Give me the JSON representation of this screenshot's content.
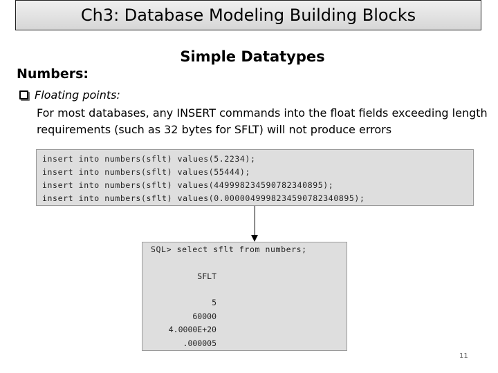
{
  "slide": {
    "title": "Ch3: Database Modeling Building Blocks",
    "subtitle": "Simple Datatypes",
    "section_label": "Numbers:",
    "bullet": "Floating points:",
    "body_line1": "For most databases, any INSERT commands into the float fields exceeding length",
    "body_line2": "requirements (such as 32 bytes for SFLT) will not produce errors",
    "page_number": "11"
  },
  "code_inserts": [
    "insert into numbers(sflt) values(5.2234);",
    "insert into numbers(sflt) values(55444);",
    "insert into numbers(sflt) values(449998234590782340895);",
    "insert into numbers(sflt) values(0.0000049998234590782340895);"
  ],
  "query_result": {
    "query": "SQL> select sflt from numbers;",
    "column_header": "SFLT",
    "rows": [
      "5",
      "60000",
      "4.0000E+20",
      ".000005"
    ]
  }
}
